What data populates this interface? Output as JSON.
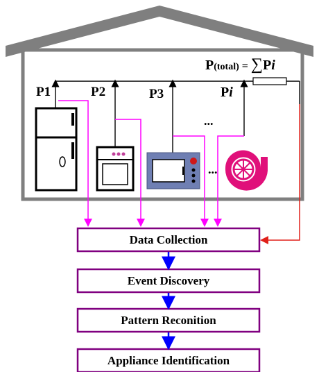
{
  "house": {
    "roof_color": "#7f7f7f",
    "wall_color": "#7f7f7f"
  },
  "meters": {
    "total_label_main": "P",
    "total_label_sub": "(total)",
    "total_label_eq": " = ",
    "total_label_sum": "∑",
    "total_label_tail": "P",
    "total_label_index": "i",
    "p1": "P1",
    "p2": "P2",
    "p3": "P3",
    "pi_main": "P",
    "pi_index": "i",
    "ellipsis": "...",
    "ellipsis_low": "..."
  },
  "appliances": [
    {
      "name": "refrigerator"
    },
    {
      "name": "dishwasher"
    },
    {
      "name": "microwave"
    },
    {
      "name": "fan"
    }
  ],
  "pipeline": {
    "steps": [
      "Data Collection",
      "Event Discovery",
      "Pattern Reconition",
      "Appliance Identification"
    ]
  },
  "colors": {
    "box_border": "#800080",
    "magenta": "#ff00ff",
    "red": "#e0201a",
    "blue": "#0000ff",
    "microwave_body": "#6f7fb3",
    "fan_color": "#e0107a"
  }
}
